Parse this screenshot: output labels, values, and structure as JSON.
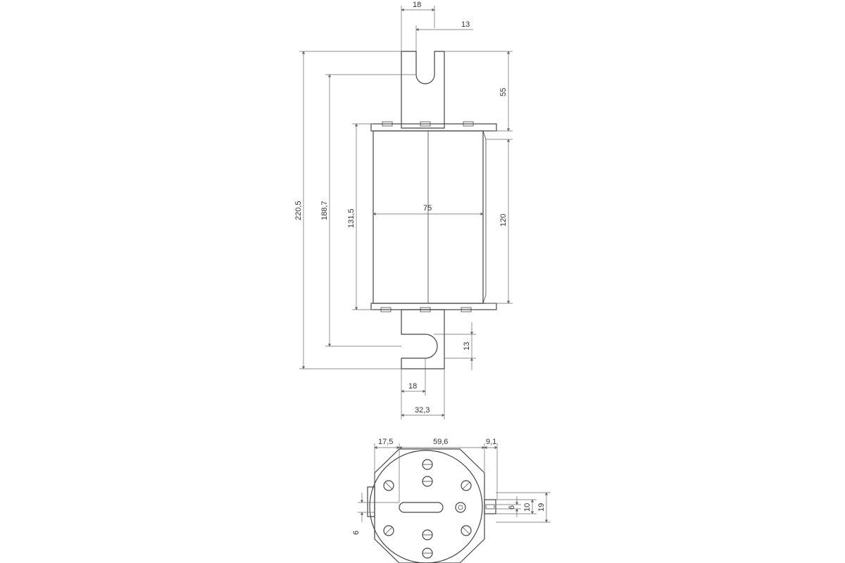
{
  "colors": {
    "line": "#444444",
    "dimension": "#666666",
    "body_fill": "#e4e4e4",
    "terminal_fill": "#ffffff",
    "background": "#ffffff"
  },
  "dimensions": {
    "front": {
      "blade_width_top": "18",
      "slot_width_top": "13",
      "top_blade_length": "55",
      "body_width": "75",
      "body_height": "120",
      "body_height_with_caps": "131,5",
      "slot_center_distance": "188,7",
      "overall_length": "220,5",
      "slot_depth_bottom": "13",
      "blade_width_bottom": "18",
      "blade_offset": "32,3"
    },
    "end_view": {
      "left_offset": "17,5",
      "center_span": "59,6",
      "right_offset": "9,1",
      "tab_height": "6",
      "tab_span_mid": "10",
      "tab_span_outer": "19",
      "left_tab_height": "6"
    }
  },
  "icons": {
    "screw": "slotted-screw-icon",
    "indicator": "indicator-dot-icon"
  }
}
